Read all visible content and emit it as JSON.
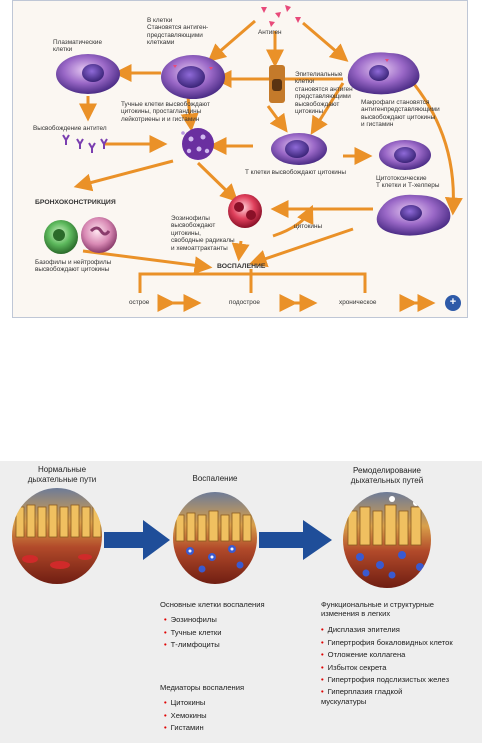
{
  "diagram1": {
    "antigen": "Антиген",
    "plasma_cells": "Плазматические\nклетки",
    "into_cells": "В клетки\nСтановятся антиген-\nпредставляющими\nклетками",
    "epithelial": "Эпителиальные\nклетки\nстановятся антиген\nпредставляющими\nвысвобождают\nцитокины",
    "macrophages": "Макрофаги становятся\nантигенпредставляющими\nвысвобождают цитокины\nи гистамин",
    "antibodies": "Высвобождение антител",
    "mast_cells": "Тучные клетки высвобождают\nцитокины, простагландины\nлейкотриены и и гистамин",
    "t_cells": "Т клетки высвобождают цитокины",
    "cytotoxic": "Цитотоксические\nТ клетки и Т-хелперы",
    "bronchoconstriction": "БРОНХОКОНСТРИКЦИЯ",
    "eosinophils": "Эозинофилы\nвысвобождают\nцитокины,\nсвободные радикалы\nи хемоаттрактанты",
    "cytokines": "цитокины",
    "basophils": "Базофилы и нейтрофилы\nвысвобождают цитокины",
    "inflammation": "ВОСПАЛЕНИЕ",
    "acute": "острое",
    "subacute": "подострое",
    "chronic": "хроническое",
    "plus": "+"
  },
  "diagram2": {
    "normal": "Нормальные\nдыхательные пути",
    "inflammation": "Воспаление",
    "remodeling": "Ремоделирование\nдыхательных путей",
    "cells_header": "Основные клетки воспаления",
    "cells": [
      "Эозинофилы",
      "Тучные клетки",
      "Т-лимфоциты"
    ],
    "mediators_header": "Медиаторы воспаления",
    "mediators": [
      "Цитокины",
      "Хемокины",
      "Гистамин"
    ],
    "changes_header": "Функциональные и структурные\nизменения в легких",
    "changes": [
      "Дисплазия эпителия",
      "Гипертрофия бокаловидных клеток",
      "Отложение коллагена",
      "Избыток секрета",
      "Гипертрофия подслизистых желез",
      "Гиперплазия гладкой\nмускулатуры"
    ]
  },
  "colors": {
    "arrow": "#ea9128",
    "big_arrow": "#1f4e99",
    "bullet": "#e00000"
  }
}
